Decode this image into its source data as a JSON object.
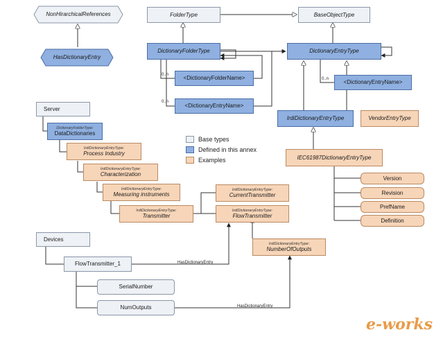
{
  "nodes": {
    "non_hierarchical_references": "NonHirarchicalReferences",
    "has_dictionary_entry": "HasDictionaryEntry",
    "folder_type": "FolderType",
    "base_object_type": "BaseObjectType",
    "dictionary_folder_type": "DictionaryFolderType",
    "dictionary_entry_type": "DictionaryEntryType",
    "dictionary_folder_name": "<DictionaryFolderName>",
    "dictionary_entry_name": "<DictionaryEntryName>",
    "dictionary_entry_name_right": "<DictionaryEntryName>",
    "irdi_dictionary_entry_type": "IrdiDictionaryEntryType",
    "vendor_entry_type": "VendorEntryType",
    "iec61987_dictionary_entry_type": "IEC61987DictionaryEntryType",
    "version": "Version",
    "revision": "Revision",
    "pref_name": "PrefName",
    "definition": "Definition",
    "server": "Server",
    "data_dictionaries_type": "DictionaryFolderType:",
    "data_dictionaries": "DataDictionaries",
    "process_industry_type": "IrdiDictionaryEntryType:",
    "process_industry": "Process Industry",
    "characterization_type": "IrdiDictionaryEntryType:",
    "characterization": "Characterization",
    "measuring_instruments_type": "IrdiDictionaryEntryType:",
    "measuring_instruments": "Measuring instruments",
    "transmitter_type": "IrdiDictionaryEntryType:",
    "transmitter": "Transmitter",
    "current_transmitter_type": "IrdiDictionaryEntryType:",
    "current_transmitter": "CurrentTransmitter",
    "flow_transmitter_type": "IrdiDictionaryEntryType:",
    "flow_transmitter": "FlowTransmitter",
    "number_of_outputs_type": "IrdiDictionaryEntryType:",
    "number_of_outputs": "NumberOfOutputs",
    "devices": "Devices",
    "flow_transmitter_1": "FlowTransmitter_1",
    "serial_number": "SerialNumber",
    "num_outputs": "NumOutputs"
  },
  "edge_labels": {
    "mult_folder_name": "0..n",
    "mult_entry_name": "0..n",
    "mult_entry_name_right": "0..n",
    "has_dictionary_entry_1": "HasDictionaryEntry",
    "has_dictionary_entry_2": "HasDictionaryEntry"
  },
  "legend": {
    "base_types": "Base types",
    "annex_types": "Defined in this annex",
    "examples": "Examples"
  },
  "watermark": "e-works",
  "colors": {
    "base": "#eef1f5",
    "annex": "#8fb0e0",
    "example": "#f7d5b8",
    "line": "#333333"
  }
}
